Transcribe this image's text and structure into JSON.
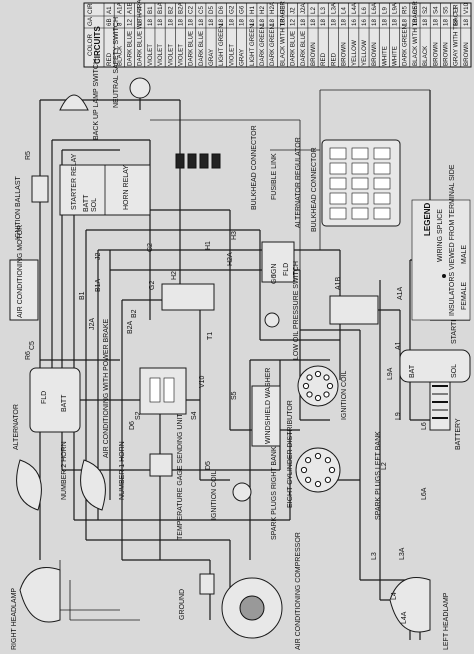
{
  "table": {
    "headers": [
      "CIR",
      "GA",
      "COLOR"
    ],
    "circuits_title": "CIRCUITS",
    "rows": [
      [
        "A1",
        "6B",
        "RED"
      ],
      [
        "A1A",
        "8",
        "BLACK"
      ],
      [
        "A1B",
        "12",
        "DARK BLUE"
      ],
      [
        "A4",
        "18",
        "DARK BLUE WITH TRACER"
      ],
      [
        "B1",
        "18",
        "VIOLET"
      ],
      [
        "B1A",
        "18",
        "VIOLET"
      ],
      [
        "B2",
        "18",
        "VIOLET"
      ],
      [
        "B2A",
        "18",
        "VIOLET"
      ],
      [
        "C2",
        "18",
        "DARK BLUE"
      ],
      [
        "C5",
        "18",
        "DARK BLUE"
      ],
      [
        "D5",
        "18",
        "GRAY"
      ],
      [
        "D6",
        "18",
        "LIGHT GREEN"
      ],
      [
        "G2",
        "18",
        "VIOLET"
      ],
      [
        "G6",
        "18",
        "GRAY"
      ],
      [
        "H1",
        "18",
        "LIGHT GREEN"
      ],
      [
        "H2",
        "18",
        "DARK GREEN"
      ],
      [
        "H2A",
        "18",
        "DARK GREEN"
      ],
      [
        "H3",
        "18",
        "BLACK WITH TRACER"
      ],
      [
        "J2",
        "12",
        "DARK BLUE"
      ],
      [
        "J2A",
        "18",
        "DARK BLUE"
      ],
      [
        "L2",
        "18",
        "BROWN"
      ],
      [
        "L3",
        "18",
        "RED"
      ],
      [
        "L3A",
        "18",
        "RED"
      ],
      [
        "L4",
        "18",
        "BROWN"
      ],
      [
        "L4A",
        "16",
        "YELLOW"
      ],
      [
        "L6",
        "16",
        "YELLOW"
      ],
      [
        "L6A",
        "18",
        "BROWN"
      ],
      [
        "L9",
        "18",
        "WHITE"
      ],
      [
        "L9A",
        "18",
        "WHITE"
      ],
      [
        "R5",
        "18",
        "DARK GREEN"
      ],
      [
        "R6",
        "18",
        "BLACK WITH TRACER"
      ],
      [
        "S2",
        "18",
        "BLACK"
      ],
      [
        "S4",
        "18",
        "BROWN"
      ],
      [
        "S5",
        "18",
        "BROWN"
      ],
      [
        "T1",
        "18",
        "GRAY WITH TRACER"
      ],
      [
        "V10",
        "18",
        "BROWN"
      ]
    ]
  },
  "labels": {
    "neutral_safety_switch": "NEUTRAL SAFETY SWITCH",
    "back_up_lamp_switch": "BACK UP LAMP SWITCH",
    "starter_relay": "STARTER RELAY",
    "horn_relay": "HORN RELAY",
    "ignition_ballast": "IGNITION BALLAST",
    "air_conditioning_motor": "AIR CONDITIONING MOTOR",
    "alternator": "ALTERNATOR",
    "air_cond_power_brake": "AIR CONDITIONING WITH POWER BRAKE",
    "number2_horn": "NUMBER 2 HORN",
    "number1_horn": "NUMBER 1 HORN",
    "temp_gage_sending_unit": "TEMPERATURE GAGE SENDING UNIT",
    "ignition_coil_left": "IGNITION COIL",
    "windshield_washer": "WINDSHIELD WASHER",
    "eight_cyl_distributor": "EIGHT CYLINDER DISTRIBUTOR",
    "ignition_coil_center": "IGNITION COIL",
    "spark_plugs_right": "SPARK PLUGS RIGHT BANK",
    "spark_plugs_left": "SPARK PLUGS LEFT BANK",
    "right_headlamp": "RIGHT HEADLAMP",
    "ground": "GROUND",
    "ac_compressor": "AIR CONDITIONING COMPRESSOR",
    "left_headlamp": "LEFT HEADLAMP",
    "battery": "BATTERY",
    "starter_motor": "STARTER MOTOR",
    "legend": "LEGEND",
    "wiring_splice": "WIRING SPLICE",
    "insulators_note": "INSULATORS VIEWED FROM TERMINAL SIDE",
    "male": "MALE",
    "female": "FEMALE",
    "bulkhead_connector": "BULKHEAD CONNECTOR",
    "alternator_regulator": "ALTERNATOR REGULATOR",
    "fusible_link": "FUSIBLE LINK",
    "bulkhead_connector_2": "BULKHEAD CONNECTOR",
    "low_oil_pressure_switch": "LOW OIL PRESSURE SWITCH",
    "batt": "BATT",
    "sol": "SOL",
    "fld": "FLD",
    "ign": "IGN",
    "gnd": "GND",
    "bat": "BAT"
  },
  "wire_tags": [
    "R5",
    "R6",
    "C5",
    "B1",
    "B1A",
    "B2",
    "B2A",
    "J2A",
    "J2",
    "G2",
    "G6",
    "T1",
    "S2",
    "S4",
    "S5",
    "V10",
    "H1",
    "H2",
    "H3",
    "H2A",
    "A1",
    "A1A",
    "A1B",
    "L2",
    "L3",
    "L3A",
    "L4",
    "L4A",
    "L6",
    "L6A",
    "L9",
    "L9A",
    "D5",
    "D6",
    "C2"
  ]
}
